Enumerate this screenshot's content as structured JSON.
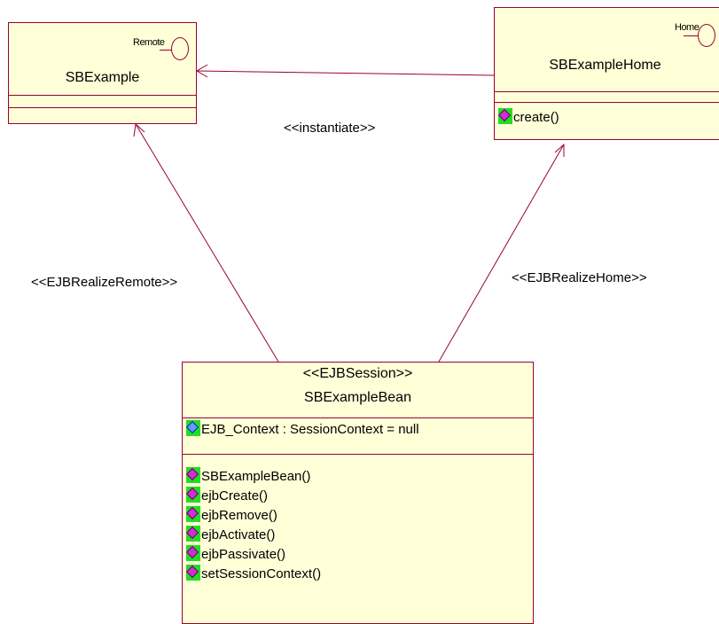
{
  "diagram": {
    "line_color": "#990033",
    "fill_color": "#ffffd8",
    "visibility_icon_color": "#22dd22"
  },
  "classes": {
    "remote": {
      "name": "SBExample",
      "interface_label": "Remote"
    },
    "home": {
      "name": "SBExampleHome",
      "interface_label": "Home",
      "operations": [
        "create()"
      ]
    },
    "bean": {
      "stereotype": "<<EJBSession>>",
      "name": "SBExampleBean",
      "attributes": [
        "EJB_Context : SessionContext = null"
      ],
      "operations": [
        "SBExampleBean()",
        "ejbCreate()",
        "ejbRemove()",
        "ejbActivate()",
        "ejbPassivate()",
        "setSessionContext()"
      ]
    }
  },
  "relations": {
    "instantiate": "<<instantiate>>",
    "realize_remote": "<<EJBRealizeRemote>>",
    "realize_home": "<<EJBRealizeHome>>"
  }
}
